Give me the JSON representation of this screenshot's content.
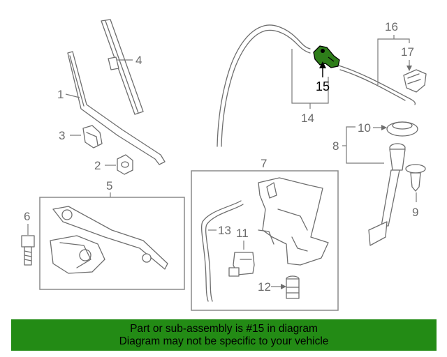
{
  "colors": {
    "banner_bg": "#238b15",
    "highlight_part": "#2e7d1a",
    "line": "#6e6e6e",
    "text": "#000000"
  },
  "callouts": {
    "c1": "1",
    "c2": "2",
    "c3": "3",
    "c4": "4",
    "c5": "5",
    "c6": "6",
    "c7": "7",
    "c8": "8",
    "c9": "9",
    "c10": "10",
    "c11": "11",
    "c12": "12",
    "c13": "13",
    "c14": "14",
    "c15": "15",
    "c16": "16",
    "c17": "17"
  },
  "highlighted_part": "15",
  "banner": {
    "line1": "Part or sub-assembly is #15 in diagram",
    "line2": "Diagram may not be specific to your vehicle"
  }
}
